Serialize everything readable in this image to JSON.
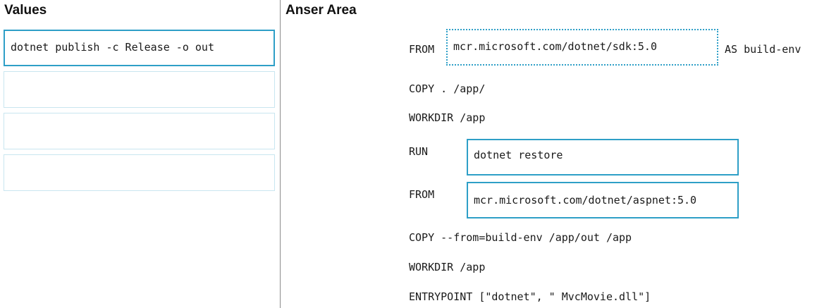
{
  "values_panel": {
    "heading": "Values",
    "items": [
      "dotnet publish -c Release -o out",
      "",
      "",
      ""
    ]
  },
  "answer_area": {
    "heading": "Anser Area",
    "lines": {
      "from_1": "FROM",
      "from_1_target": "mcr.microsoft.com/dotnet/sdk:5.0",
      "from_1_suffix": "AS build-env",
      "copy_1": "COPY . /app/",
      "workdir_1": "WORKDIR /app",
      "run": "RUN",
      "run_target": "dotnet restore",
      "from_2": "FROM",
      "from_2_target": "mcr.microsoft.com/dotnet/aspnet:5.0",
      "copy_2": "COPY --from=build-env /app/out /app",
      "workdir_2": "WORKDIR /app",
      "entrypoint": "ENTRYPOINT [\"dotnet\", \" MvcMovie.dll\"]"
    }
  },
  "colors": {
    "accent": "#2e9fc7",
    "slot_border": "#c9e6f0",
    "divider": "#8c8c8c"
  }
}
